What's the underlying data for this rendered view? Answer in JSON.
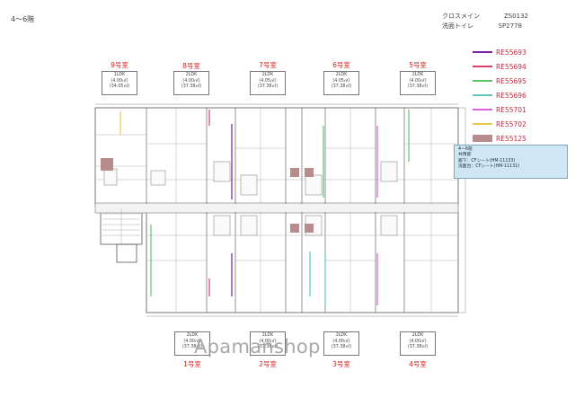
{
  "floor_title": "4〜6階",
  "spec": [
    {
      "label": "クロスメイン",
      "value": "ZS0132"
    },
    {
      "label": "洗面トイレ",
      "value": "SP2778"
    }
  ],
  "legend": [
    {
      "code": "RE55693",
      "color": "#7a1fa2",
      "type": "line"
    },
    {
      "code": "RE55694",
      "color": "#d9416b",
      "type": "line"
    },
    {
      "code": "RE55695",
      "color": "#60c26a",
      "type": "line"
    },
    {
      "code": "RE55696",
      "color": "#60c7c2",
      "type": "line"
    },
    {
      "code": "RE55701",
      "color": "#e05fd8",
      "type": "line"
    },
    {
      "code": "RE55702",
      "color": "#e8c850",
      "type": "line"
    },
    {
      "code": "RE55125",
      "color": "#b88c8c",
      "type": "block"
    }
  ],
  "units_top": [
    {
      "label": "9号室",
      "type": "1LDK",
      "area": "(4.00㎡)",
      "sub": "(34.05㎡)"
    },
    {
      "label": "8号室",
      "type": "2LDK",
      "area": "(4.00㎡)",
      "sub": "(37.38㎡)"
    },
    {
      "label": "7号室",
      "type": "2LDK",
      "area": "(4.05㎡)",
      "sub": "(37.38㎡)"
    },
    {
      "label": "6号室",
      "type": "2LDK",
      "area": "(4.05㎡)",
      "sub": "(37.38㎡)"
    },
    {
      "label": "5号室",
      "type": "2LDK",
      "area": "(4.00㎡)",
      "sub": "(37.38㎡)"
    }
  ],
  "units_bottom": [
    {
      "label": "1号室",
      "type": "2LDK",
      "area": "(4.00㎡)",
      "sub": "(37.38㎡)"
    },
    {
      "label": "2号室",
      "type": "2LDK",
      "area": "(4.00㎡)",
      "sub": "(37.38㎡)"
    },
    {
      "label": "3号室",
      "type": "2LDK",
      "area": "(4.00㎡)",
      "sub": "(37.38㎡)"
    },
    {
      "label": "4号室",
      "type": "2LDK",
      "area": "(4.00㎡)",
      "sub": "(37.38㎡)"
    }
  ],
  "note": {
    "title": "4〜6階",
    "line1": "共用部",
    "line2": "廊下：CFシート(HM-11133)",
    "line3": "洗面台：CFシート(HM-11131)"
  },
  "watermark": "Apamanshop"
}
